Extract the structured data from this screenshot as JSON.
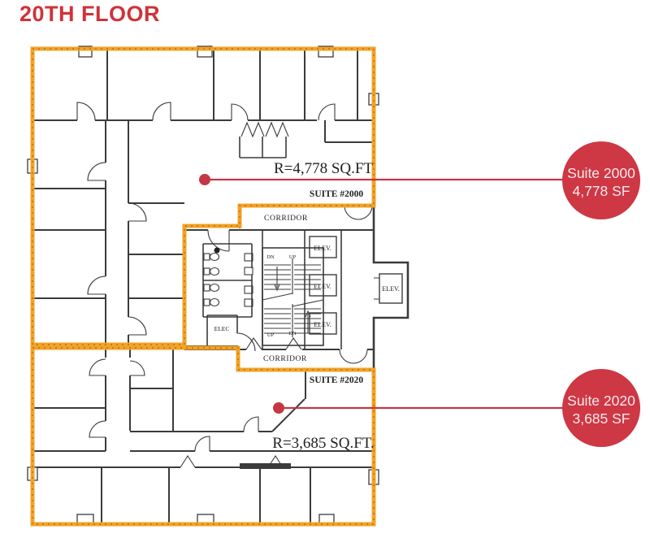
{
  "title": "20TH FLOOR",
  "colors": {
    "accent_red": "#ce3744",
    "leader_red": "#c43843",
    "suite_outline_orange": "#f4a224",
    "wall_color": "#3b3b3b"
  },
  "floor_plan": {
    "suite_2000": {
      "area_label": "R=4,778 SQ.FT",
      "name_label": "SUITE #2000"
    },
    "suite_2020": {
      "area_label": "R=3,685 SQ.FT.",
      "name_label": "SUITE #2020"
    },
    "core": {
      "corridor_top": "CORRIDOR",
      "corridor_bottom": "CORRIDOR",
      "elevator": "ELEV.",
      "electrical": "ELEC",
      "stair_down": "DN",
      "stair_up": "UP"
    }
  },
  "callouts": {
    "suite_2000": {
      "title": "Suite 2000",
      "area": "4,778 SF"
    },
    "suite_2020": {
      "title": "Suite 2020",
      "area": "3,685 SF"
    }
  }
}
